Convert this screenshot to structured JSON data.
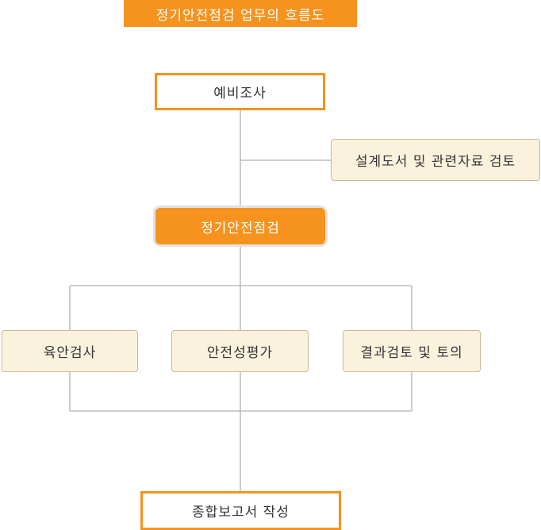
{
  "title": "정기안전점검 업무의 흐름도",
  "nodes": {
    "preliminary_survey": "예비조사",
    "design_review": "설계도서 및 관련자료 검토",
    "regular_inspection": "정기안전점검",
    "visual_inspection": "육안검사",
    "safety_evaluation": "안전성평가",
    "result_review": "결과검토 및 토의",
    "final_report": "종합보고서 작성"
  },
  "colors": {
    "accent": "#f6921e",
    "box_fill": "#fbf2dd",
    "connector": "#b0b0b0"
  }
}
